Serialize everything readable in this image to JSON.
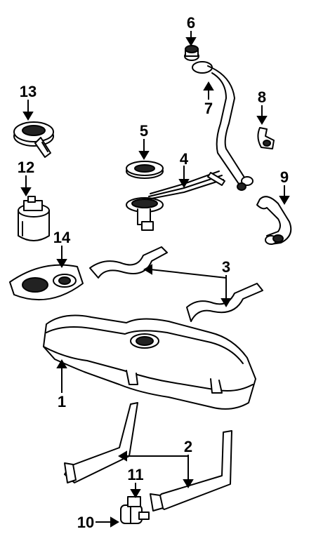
{
  "diagram": {
    "callouts": [
      {
        "id": "1",
        "label": "1"
      },
      {
        "id": "2",
        "label": "2"
      },
      {
        "id": "3",
        "label": "3"
      },
      {
        "id": "4",
        "label": "4"
      },
      {
        "id": "5",
        "label": "5"
      },
      {
        "id": "6",
        "label": "6"
      },
      {
        "id": "7",
        "label": "7"
      },
      {
        "id": "8",
        "label": "8"
      },
      {
        "id": "9",
        "label": "9"
      },
      {
        "id": "10",
        "label": "10"
      },
      {
        "id": "11",
        "label": "11"
      },
      {
        "id": "12",
        "label": "12"
      },
      {
        "id": "13",
        "label": "13"
      },
      {
        "id": "14",
        "label": "14"
      }
    ],
    "colors": {
      "line": "#000000",
      "fill": "#ffffff",
      "shade": "#bdbdbd"
    }
  }
}
